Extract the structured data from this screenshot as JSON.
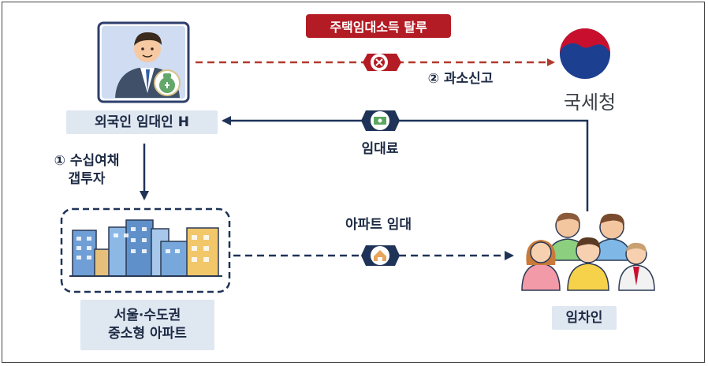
{
  "labels": {
    "evasion": "주택임대소득 탈루",
    "underreport": "② 과소신고",
    "nts": "국세청",
    "landlord": "외국인 임대인 H",
    "rent": "임대료",
    "gap_line1": "① 수십여채",
    "gap_line2": "갭투자",
    "lease": "아파트 임대",
    "apartment_line1": "서울·수도권",
    "apartment_line2": "중소형 아파트",
    "tenant": "임차인"
  },
  "icons": [
    "landlord-icon",
    "money-bag-icon",
    "government-logo",
    "blocked-icon",
    "cash-icon",
    "apartment-buildings-icon",
    "house-rent-icon",
    "tenants-icon"
  ],
  "colors": {
    "navy": "#1f3358",
    "alert_red": "#b31c24",
    "label_plate": "#dfe7f1"
  }
}
